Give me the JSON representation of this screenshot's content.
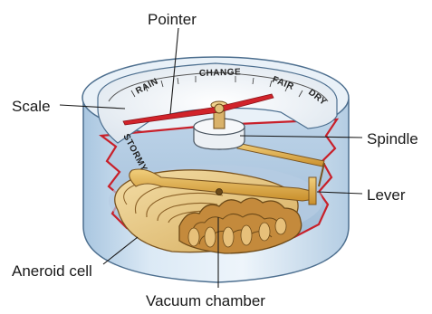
{
  "labels": {
    "pointer": "Pointer",
    "scale": "Scale",
    "spindle": "Spindle",
    "lever": "Lever",
    "aneroid_cell": "Aneroid cell",
    "vacuum_chamber": "Vacuum chamber"
  },
  "dial_words": {
    "stormy": "STORMY",
    "rain": "RAIN",
    "change": "CHANGE",
    "fair": "FAIR",
    "dry": "DRY"
  },
  "colors": {
    "pointer": "#d1232a",
    "cutaway_edge": "#c8202a",
    "gold": "#d9a64a",
    "cell_light": "#e8c98a",
    "case_blue": "#cfe0ef"
  }
}
